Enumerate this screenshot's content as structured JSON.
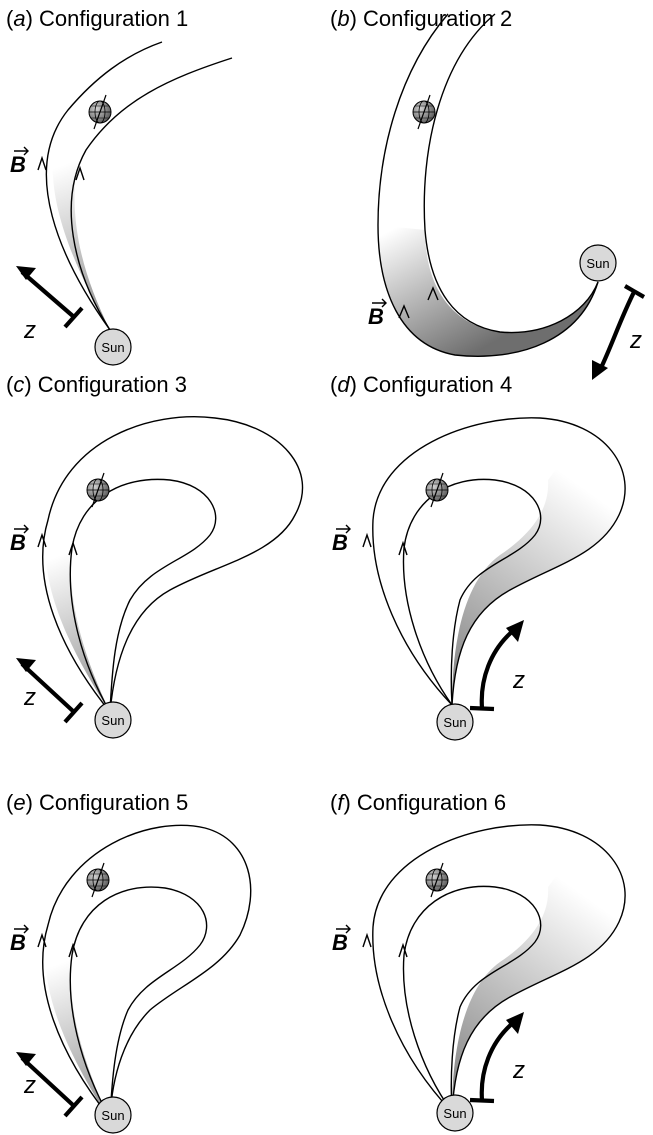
{
  "label_parts": {
    "open": "(",
    "close": ")"
  },
  "panels": [
    {
      "letter": "a",
      "title": "Configuration 1"
    },
    {
      "letter": "b",
      "title": "Configuration 2"
    },
    {
      "letter": "c",
      "title": "Configuration 3"
    },
    {
      "letter": "d",
      "title": "Configuration 4"
    },
    {
      "letter": "e",
      "title": "Configuration 5"
    },
    {
      "letter": "f",
      "title": "Configuration 6"
    }
  ],
  "sun_text": "Sun",
  "field_symbol": "B",
  "distance_symbol": "z",
  "colors": {
    "shade_dark": "#8a8a8a",
    "shade_light": "#ffffff",
    "sun_fill": "#d9d9d9",
    "earth_fill": "#7a7a7a"
  }
}
